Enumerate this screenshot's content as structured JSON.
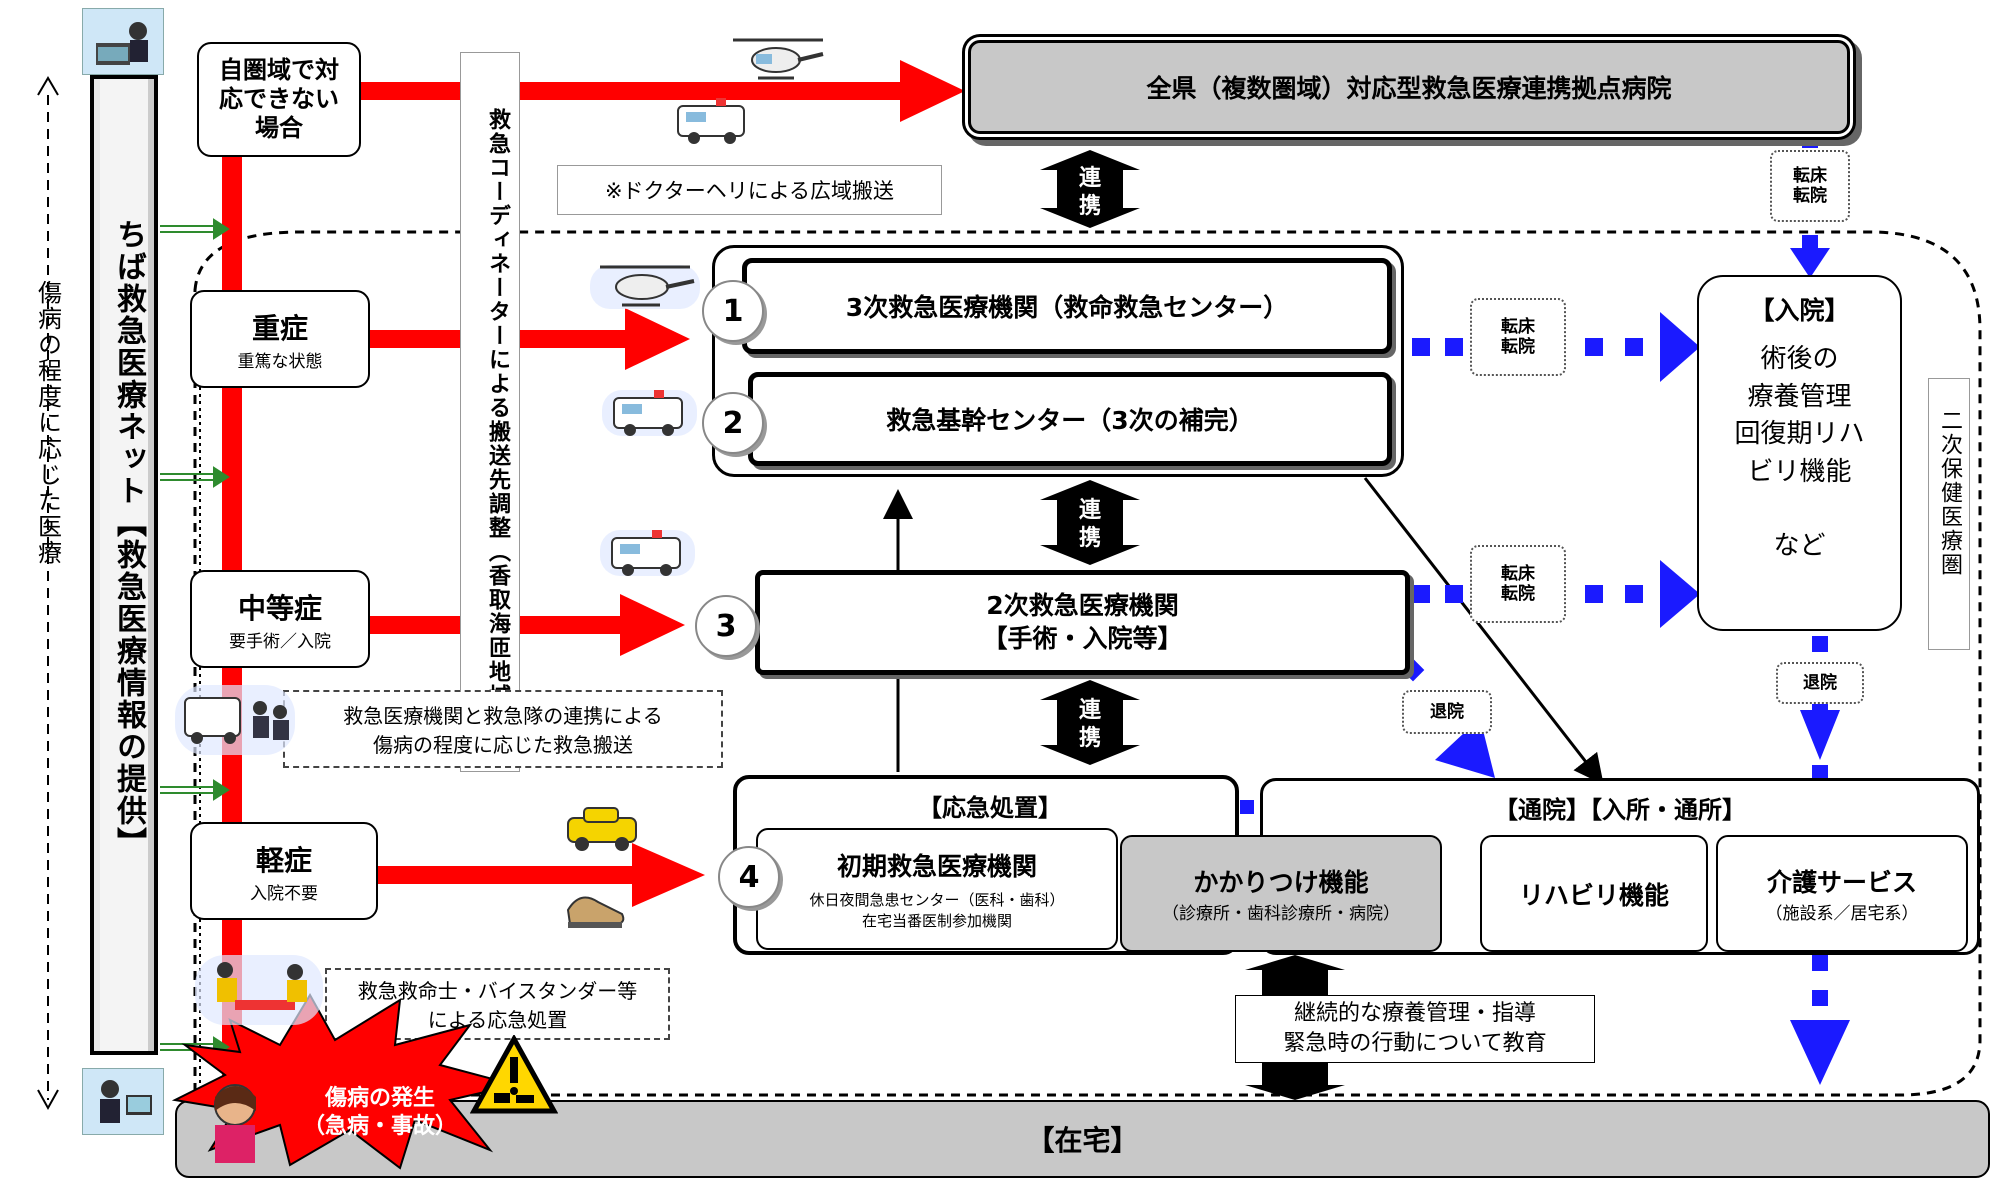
{
  "left_scale_label": "傷病の程度に応じた医療",
  "info_net_label": "ちば救急医療ネット【救急医療情報の提供】",
  "coordinator_label": "救急コーディネーターによる搬送先調整（香取海匝地域）",
  "secondary_area_label": "二次保健医療圏",
  "severity": {
    "outside": "自圏域で対応できない場合",
    "severe_title": "重症",
    "severe_sub": "重篤な状態",
    "moderate_title": "中等症",
    "moderate_sub": "要手術／入院",
    "mild_title": "軽症",
    "mild_sub": "入院不要"
  },
  "hospitals": {
    "prefecture": "全県（複数圏域）対応型救急医療連携拠点病院",
    "tertiary": "3次救急医療機関（救命救急センター）",
    "core_center": "救急基幹センター（3次の補完）",
    "secondary_1": "2次救急医療機関",
    "secondary_2": "【手術・入院等】",
    "emergency_header": "【応急処置】",
    "initial_title": "初期救急医療機関",
    "initial_sub1": "休日夜間急患センター（医科・歯科）",
    "initial_sub2": "在宅当番医制参加機関"
  },
  "numbers": [
    "1",
    "2",
    "3",
    "4"
  ],
  "admission": {
    "title": "【入院】",
    "lines": [
      "術後の",
      "療養管理",
      "回復期リハ",
      "ビリ機能",
      "",
      "など"
    ]
  },
  "outpatient": {
    "header": "【通院】【入所・通所】",
    "family_title": "かかりつけ機能",
    "family_sub": "（診療所・歯科診療所・病院）",
    "rehab": "リハビリ機能",
    "care_title": "介護サービス",
    "care_sub": "（施設系／居宅系）"
  },
  "notes": {
    "doctor_heli": "※ドクターヘリによる広域搬送",
    "coop_1": "救急医療機関と救急隊の連携による",
    "coop_2": "傷病の程度に応じた救急搬送",
    "first_aid_1": "救急救命士・バイスタンダー等",
    "first_aid_2": "による応急処置",
    "education_1": "継続的な療養管理・指導",
    "education_2": "緊急時の行動について教育"
  },
  "links": {
    "renkei": "連携",
    "transfer": "転床転院",
    "discharge": "退院"
  },
  "onset": {
    "line1": "傷病の発生",
    "line2": "（急病・事故）"
  },
  "home": "【在宅】",
  "colors": {
    "red_arrow": "#ff0000",
    "blue": "#1a1aff",
    "gray_box": "#c8c8c8",
    "green_arrow": "#2e8b2e"
  }
}
